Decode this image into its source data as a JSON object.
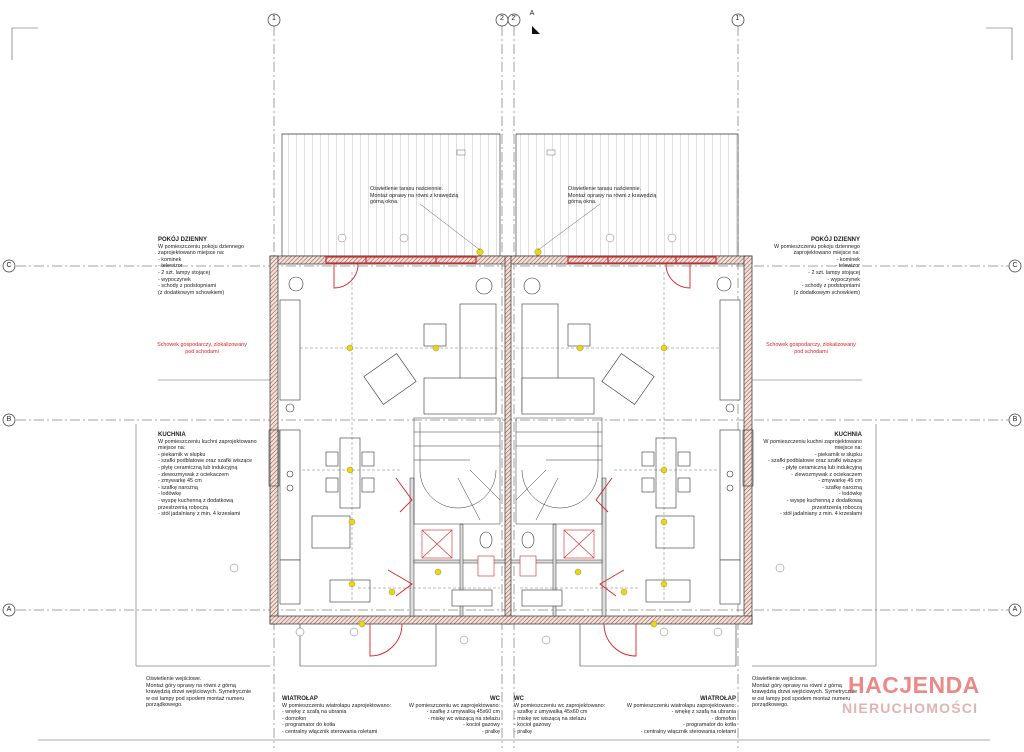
{
  "axes": {
    "top": [
      "1",
      "2",
      "2'",
      "1'"
    ],
    "left": [
      "C",
      "B",
      "A"
    ],
    "right": [
      "C",
      "B",
      "A"
    ],
    "north": "A"
  },
  "notes": {
    "lamp_left": [
      "Oświetlenie tarasu naściennie.",
      "Montaż oprawy na równi z krawędzią",
      "górną okna."
    ],
    "lamp_right": [
      "Oświetlenie tarasu naściennie.",
      "Montaż oprawy na równi z krawędzią",
      "górną okna."
    ],
    "living_left": {
      "title": "POKÓJ DZIENNY",
      "lines": [
        "W pomieszczeniu pokoju dziennego",
        "zaprojektowano miejsce na:",
        "- kominek",
        "- telewizor",
        "- 2 szt. lampy stojącej",
        "- wypoczynek",
        "- schody z podstopniami",
        "(z dodatkowym schowkiem)"
      ]
    },
    "living_right": {
      "title": "POKÓJ DZIENNY",
      "lines": [
        "W pomieszczeniu pokoju dziennego",
        "zaprojektowano miejsce na:",
        "- kominek",
        "- telewizor",
        "- 2 szt. lampy stojącej",
        "- wypoczynek",
        "- schody z podstopniami",
        "(z dodatkowym schowkiem)"
      ]
    },
    "storage_left": [
      "Schowek gospodarczy, zlokalizowany",
      "pod schodami"
    ],
    "storage_right": [
      "Schowek gospodarczy, zlokalizowany",
      "pod schodami"
    ],
    "kitchen_left": {
      "title": "KUCHNIA",
      "lines": [
        "W pomieszczeniu kuchni zaprojektowano",
        "miejsce na:",
        "- piekarnik w słupku",
        "- szafki podblatowe oraz szafki wiszące",
        "- płytę ceramiczną lub indukcyjną",
        "- zlewozmywak z ociekaczem",
        "- zmywarkę 45 cm",
        "- szafkę narożną",
        "- lodówkę",
        "- wyspę kuchenną z dodatkową",
        "  przestrzenią roboczą",
        "- stół jadalniany z min. 4 krzesłami"
      ]
    },
    "kitchen_right": {
      "title": "KUCHNIA",
      "lines": [
        "W pomieszczeniu kuchni zaprojektowano",
        "miejsce na:",
        "- piekarnik w słupku",
        "- szafki podblatowe oraz szafki wiszące",
        "- płytę ceramiczną lub indukcyjną",
        "- zlewozmywak z ociekaczem",
        "- zmywarkę 45 cm",
        "- szafkę narożną",
        "- lodówkę",
        "- wyspę kuchenną z dodatkową",
        "  przestrzenią roboczą",
        "- stół jadalniany z min. 4 krzesłami"
      ]
    },
    "entry_left": [
      "Oświetlenie wejściowe.",
      "Montaż góry oprawy na równi z górną",
      "krawędzią drzwi wejściowych. Symetrycznie",
      "w osi lampy pod spodem montaż numeru",
      "porządkowego."
    ],
    "entry_right": [
      "Oświetlenie wejściowe.",
      "Montaż góry oprawy na równi z górną",
      "krawędzią drzwi wejściowych. Symetrycznie",
      "w osi lampy pod spodem montaż numeru",
      "porządkowego."
    ],
    "vestibule_left": {
      "title": "WIATROŁAP",
      "lines": [
        "W pomieszczeniu wiatrołapu zaprojektowano:",
        "- wnękę z szafą na ubrania",
        "- domofon",
        "- programator do kotła",
        "- centralny włącznik sterowania roletami"
      ]
    },
    "vestibule_right": {
      "title": "WIATROŁAP",
      "lines": [
        "W pomieszczeniu wiatrołapu zaprojektowano:",
        "- wnękę z szafą na ubrania",
        "- domofon",
        "- programator do kotła",
        "- centralny włącznik sterowania roletami"
      ]
    },
    "wc_left": {
      "title": "WC",
      "lines": [
        "W pomieszczeniu wc zaprojektowano:",
        "- szafkę z umywalką 45x60 cm",
        "- miskę wc wiszącą na stelażu",
        "- kocioł gazowy",
        "- pralkę"
      ]
    },
    "wc_right": {
      "title": "WC",
      "lines": [
        "W pomieszczeniu wc zaprojektowano:",
        "- szafkę z umywalką 45x60 cm",
        "- miskę wc wiszącą na stelażu",
        "- kocioł gazowy",
        "- pralkę"
      ]
    }
  },
  "watermark": {
    "brand": "HACJENDA",
    "sub": "NIERUCHOMOŚCI"
  },
  "colors": {
    "line": "#333333",
    "red": "#dd2222",
    "yellow": "#f2d600",
    "hatch": "#8a4a3a"
  }
}
